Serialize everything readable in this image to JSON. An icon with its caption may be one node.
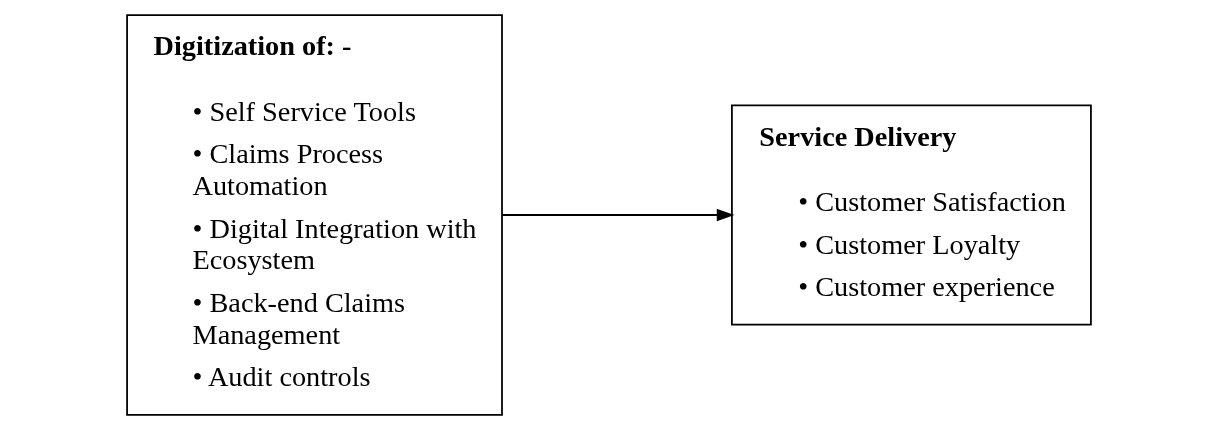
{
  "diagram": {
    "nodes": [
      {
        "text": [
          "Digitization of: -",
          "• Self Service Tools",
          "• Claims Process Automation",
          "• Digital Integration with Ecosystem",
          "• Back-end Claims Management",
          "• Audit controls"
        ]
      },
      {
        "text": [
          "Service Delivery",
          "• Customer Satisfaction",
          "• Customer Loyalty",
          "• Customer experience"
        ]
      }
    ],
    "edges": [
      {
        "from": 0,
        "to": 1,
        "arrow": "to"
      }
    ]
  }
}
